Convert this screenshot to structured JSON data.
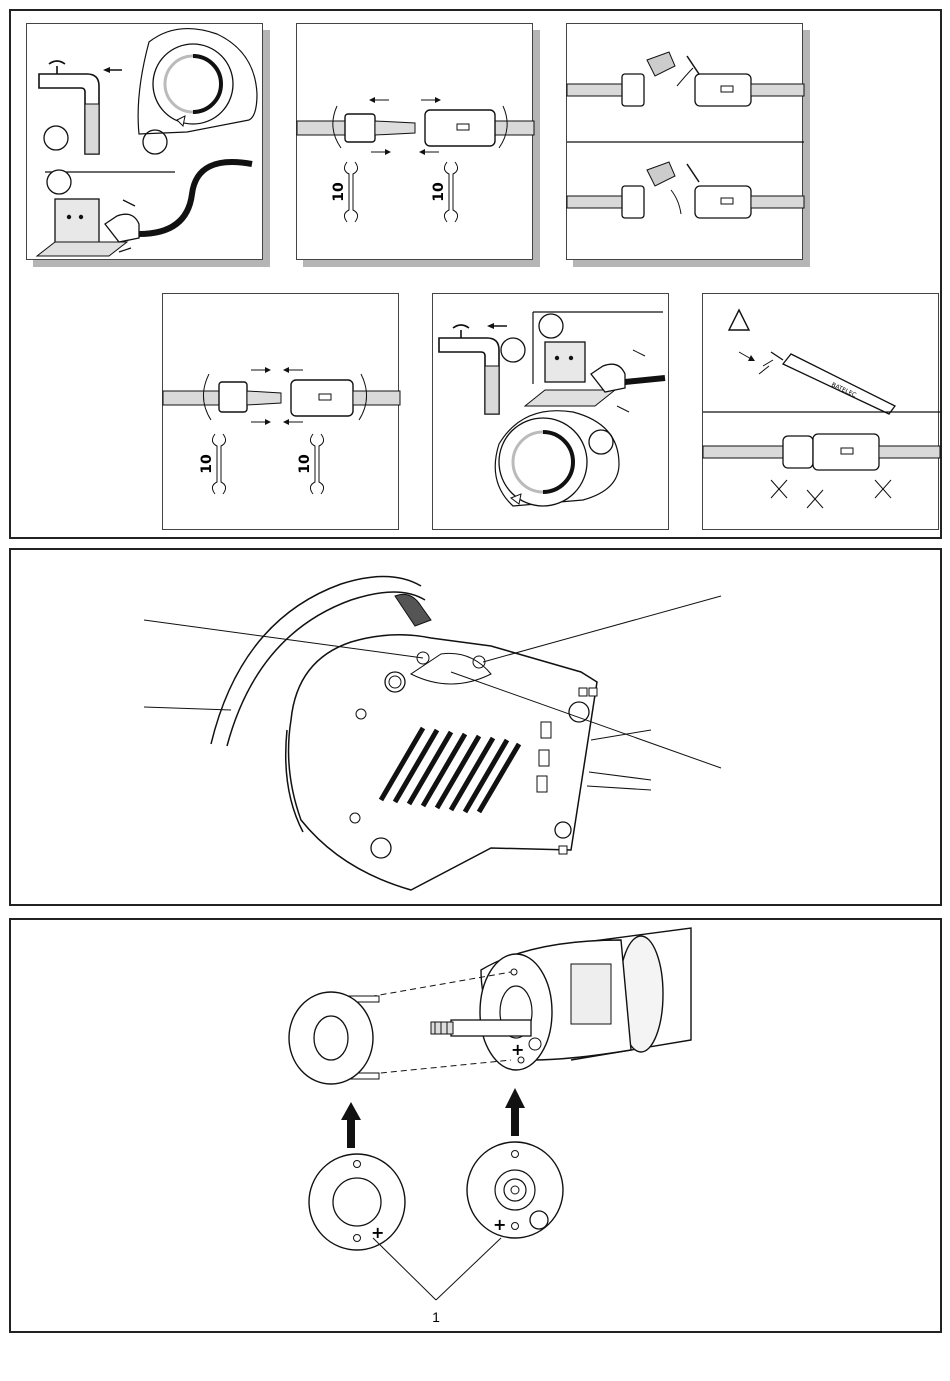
{
  "wrench_size": "10",
  "callout_number": "1",
  "plus_sign": "+",
  "brand_text": "BATELEC",
  "colors": {
    "line": "#1a1a1a",
    "hose_fill": "#d9d9d9",
    "panel_shadow": "#b5b5b5",
    "dark_cable": "#111111"
  },
  "icons": {
    "tap": "water-tap-icon",
    "dial": "temperature-dial-icon",
    "plug": "power-plug-icon",
    "wrench": "wrench-10-icon",
    "warning": "warning-triangle-icon",
    "spray": "spray-nozzle-icon",
    "no_drip": "no-drip-icon",
    "up_arrow": "up-arrow-icon"
  }
}
